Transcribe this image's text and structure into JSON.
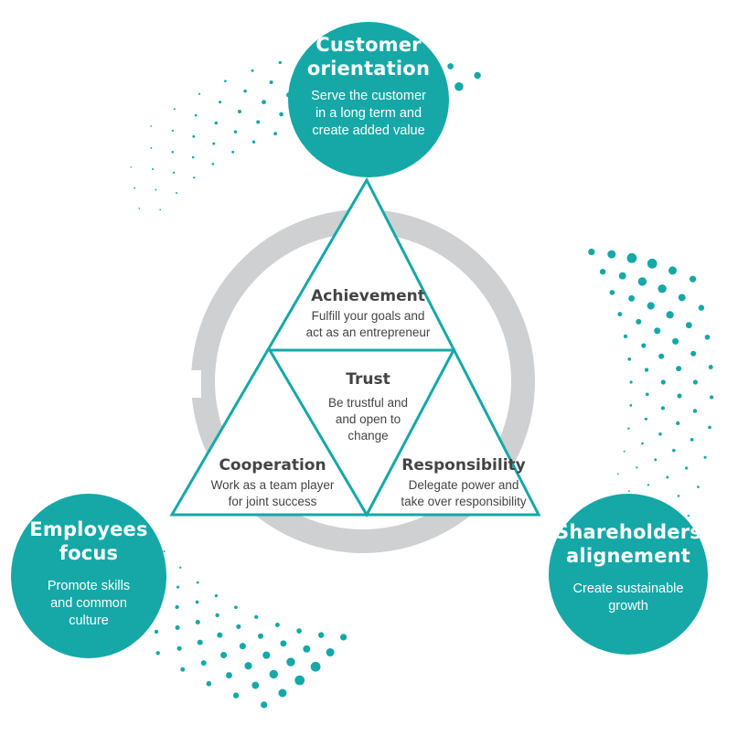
{
  "colors": {
    "teal": "#15a8a7",
    "ring_gray": "#cfd0d2",
    "text_dark": "#444444",
    "white": "#ffffff"
  },
  "outer_pillars": [
    {
      "title_line1": "Customer",
      "title_line2": "orientation",
      "desc_lines": [
        "Serve the customer",
        "in a long term and",
        "create added value"
      ]
    },
    {
      "title_line1": "Employees",
      "title_line2": "focus",
      "desc_lines": [
        "Promote skills",
        "and common",
        "culture"
      ]
    },
    {
      "title_line1": "Shareholders",
      "title_line2": "alignement",
      "desc_lines": [
        "Create sustainable",
        "growth"
      ]
    }
  ],
  "values": {
    "achievement": {
      "title": "Achievement",
      "desc_lines": [
        "Fulfill your goals and",
        "act as an entrepreneur"
      ]
    },
    "trust": {
      "title": "Trust",
      "desc_lines": [
        "Be trustful and",
        "and open to",
        "change"
      ]
    },
    "cooperation": {
      "title": "Cooperation",
      "desc_lines": [
        "Work as a team player",
        "for joint success"
      ]
    },
    "responsibility": {
      "title": "Responsibility",
      "desc_lines": [
        "Delegate power and",
        "take over responsibility"
      ]
    }
  }
}
